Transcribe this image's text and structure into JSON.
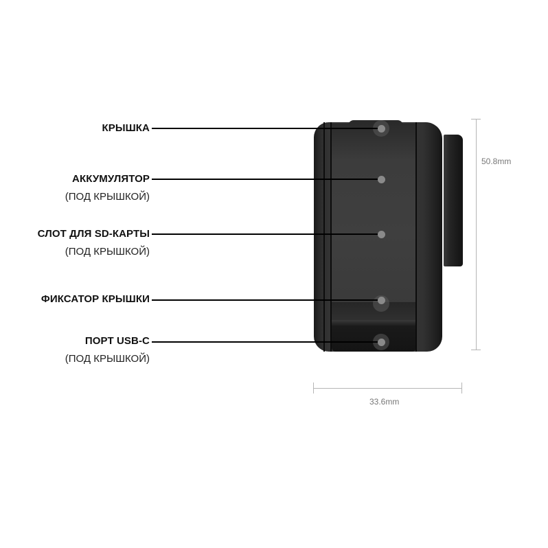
{
  "callouts": [
    {
      "title": "КРЫШКА",
      "subtitle": null
    },
    {
      "title": "АККУМУЛЯТОР",
      "subtitle": "(ПОД КРЫШКОЙ)"
    },
    {
      "title": "СЛОТ ДЛЯ SD-КАРТЫ",
      "subtitle": "(ПОД КРЫШКОЙ)"
    },
    {
      "title": "ФИКСАТОР КРЫШКИ",
      "subtitle": null
    },
    {
      "title": "ПОРТ USB-C",
      "subtitle": "(ПОД КРЫШКОЙ)"
    }
  ],
  "dimensions": {
    "height": "50.8mm",
    "width": "33.6mm"
  },
  "colors": {
    "leader_line": "#000000",
    "callout_dot": "#8a8a8a",
    "dimension_line": "#b5b5b5",
    "dimension_text": "#777777",
    "camera_body": "#353535"
  }
}
